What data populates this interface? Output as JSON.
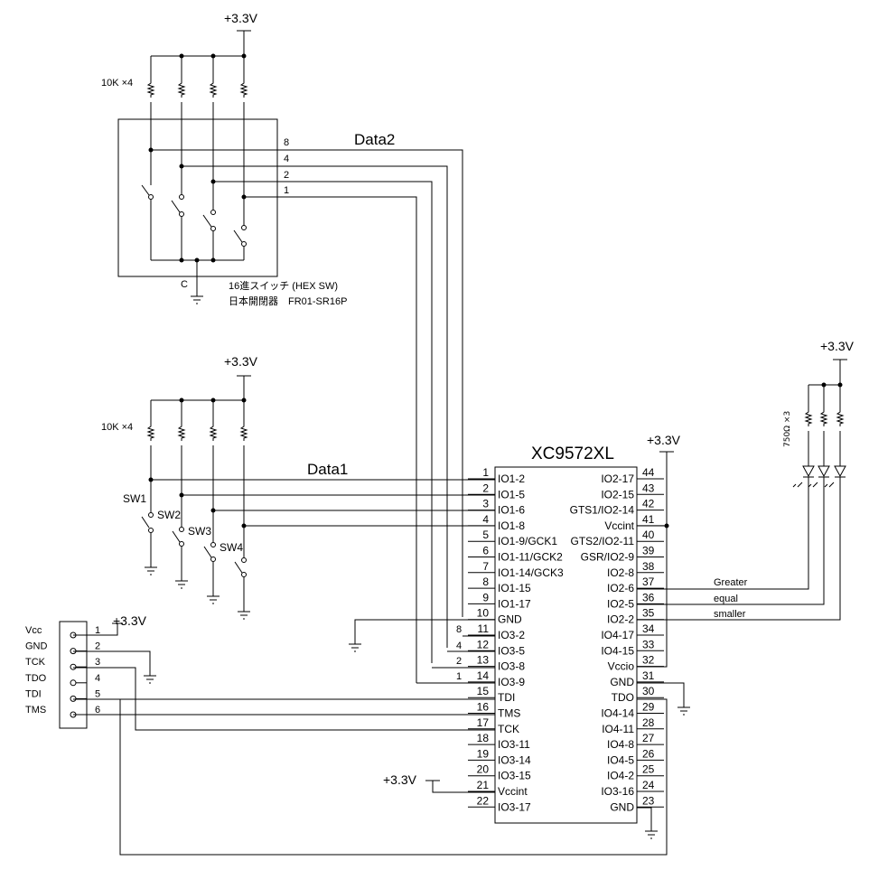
{
  "power": {
    "vcc": "+3.3V"
  },
  "labels": {
    "data2": "Data2",
    "data1": "Data1",
    "res_top": "10K ×4",
    "res_mid": "10K ×4",
    "res_led": "750Ω ×3",
    "hex_line1": "16進スイッチ (HEX SW)",
    "hex_line2": "日本開閉器　FR01-SR16P",
    "hex_common": "C",
    "sw1": "SW1",
    "sw2": "SW2",
    "sw3": "SW3",
    "sw4": "SW4",
    "greater": "Greater",
    "equal": "equal",
    "smaller": "smaller"
  },
  "hex_pins": [
    "8",
    "4",
    "2",
    "1"
  ],
  "data2_pins": [
    "8",
    "4",
    "2",
    "1"
  ],
  "chip": {
    "name": "XC9572XL",
    "left": [
      {
        "n": "1",
        "l": "IO1-2"
      },
      {
        "n": "2",
        "l": "IO1-5"
      },
      {
        "n": "3",
        "l": "IO1-6"
      },
      {
        "n": "4",
        "l": "IO1-8"
      },
      {
        "n": "5",
        "l": "IO1-9/GCK1"
      },
      {
        "n": "6",
        "l": "IO1-11/GCK2"
      },
      {
        "n": "7",
        "l": "IO1-14/GCK3"
      },
      {
        "n": "8",
        "l": "IO1-15"
      },
      {
        "n": "9",
        "l": "IO1-17"
      },
      {
        "n": "10",
        "l": "GND"
      },
      {
        "n": "11",
        "l": "IO3-2"
      },
      {
        "n": "12",
        "l": "IO3-5"
      },
      {
        "n": "13",
        "l": "IO3-8"
      },
      {
        "n": "14",
        "l": "IO3-9"
      },
      {
        "n": "15",
        "l": "TDI"
      },
      {
        "n": "16",
        "l": "TMS"
      },
      {
        "n": "17",
        "l": "TCK"
      },
      {
        "n": "18",
        "l": "IO3-11"
      },
      {
        "n": "19",
        "l": "IO3-14"
      },
      {
        "n": "20",
        "l": "IO3-15"
      },
      {
        "n": "21",
        "l": "Vccint"
      },
      {
        "n": "22",
        "l": "IO3-17"
      }
    ],
    "right": [
      {
        "n": "44",
        "l": "IO2-17"
      },
      {
        "n": "43",
        "l": "IO2-15"
      },
      {
        "n": "42",
        "l": "GTS1/IO2-14"
      },
      {
        "n": "41",
        "l": "Vccint"
      },
      {
        "n": "40",
        "l": "GTS2/IO2-11"
      },
      {
        "n": "39",
        "l": "GSR/IO2-9"
      },
      {
        "n": "38",
        "l": "IO2-8"
      },
      {
        "n": "37",
        "l": "IO2-6"
      },
      {
        "n": "36",
        "l": "IO2-5"
      },
      {
        "n": "35",
        "l": "IO2-2"
      },
      {
        "n": "34",
        "l": "IO4-17"
      },
      {
        "n": "33",
        "l": "IO4-15"
      },
      {
        "n": "32",
        "l": "Vccio"
      },
      {
        "n": "31",
        "l": "GND"
      },
      {
        "n": "30",
        "l": "TDO"
      },
      {
        "n": "29",
        "l": "IO4-14"
      },
      {
        "n": "28",
        "l": "IO4-11"
      },
      {
        "n": "27",
        "l": "IO4-8"
      },
      {
        "n": "26",
        "l": "IO4-5"
      },
      {
        "n": "25",
        "l": "IO4-2"
      },
      {
        "n": "24",
        "l": "IO3-16"
      },
      {
        "n": "23",
        "l": "GND"
      }
    ]
  },
  "jtag": {
    "names": [
      "Vcc",
      "GND",
      "TCK",
      "TDO",
      "TDI",
      "TMS"
    ],
    "pins": [
      "1",
      "2",
      "3",
      "4",
      "5",
      "6"
    ]
  }
}
